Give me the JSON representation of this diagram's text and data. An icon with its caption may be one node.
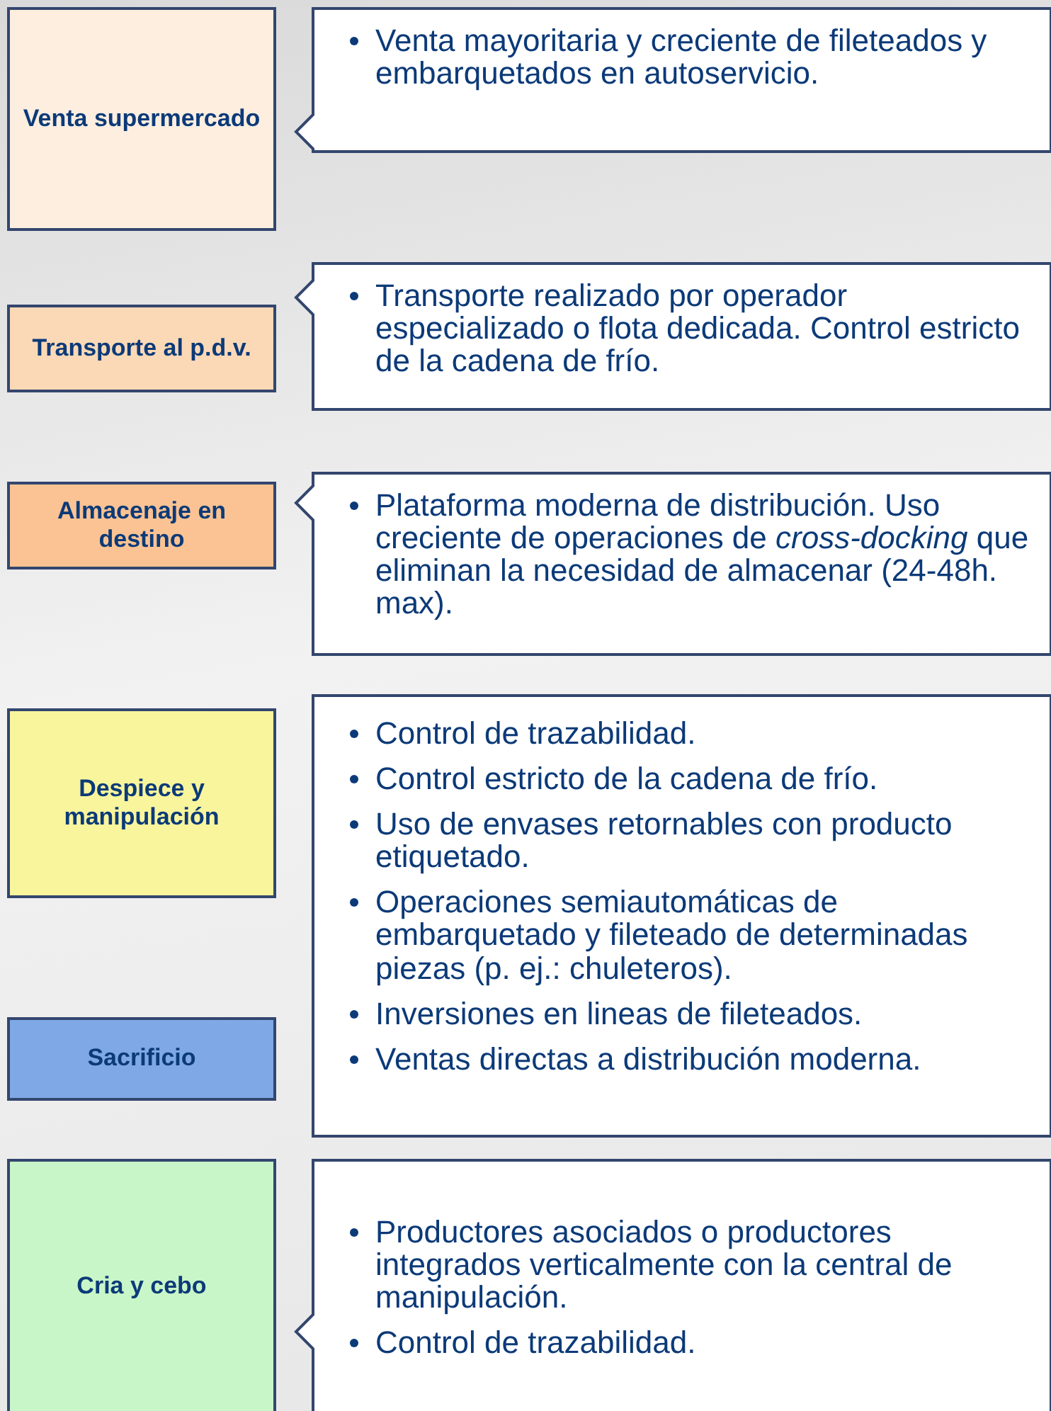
{
  "diagram": {
    "nodes": [
      {
        "text": [
          "Venta supermercado"
        ]
      },
      {
        "text": [
          "Venta mayoritaria y creciente de fileteados y embarquetados en autoservicio."
        ]
      },
      {
        "text": [
          "Transporte al p.d.v."
        ]
      },
      {
        "text": [
          "Transporte realizado por operador especializado o flota dedicada. Control estricto de la cadena de frío."
        ]
      },
      {
        "text": [
          "Almacenaje en destino"
        ]
      },
      {
        "text": [
          "Plataforma moderna de distribución. Uso creciente de operaciones de *cross-docking* que eliminan la necesidad de almacenar (24-48h. max)."
        ]
      },
      {
        "text": [
          "Despiece y manipulación"
        ]
      },
      {
        "text": [
          "Control de trazabilidad.",
          "Control estricto de la cadena de frío.",
          "Uso de envases retornables con producto etiquetado.",
          "Operaciones semiautomáticas de embarquetado y fileteado de determinadas piezas (p. ej.: chuleteros).",
          "Inversiones en lineas de fileteados.",
          "Ventas directas a distribución moderna."
        ]
      },
      {
        "text": [
          "Sacrificio"
        ]
      },
      {
        "text": [
          "Cria y cebo"
        ]
      },
      {
        "text": [
          "Productores asociados o productores integrados verticalmente con la central de manipulación.",
          "Control de trazabilidad."
        ]
      }
    ]
  }
}
